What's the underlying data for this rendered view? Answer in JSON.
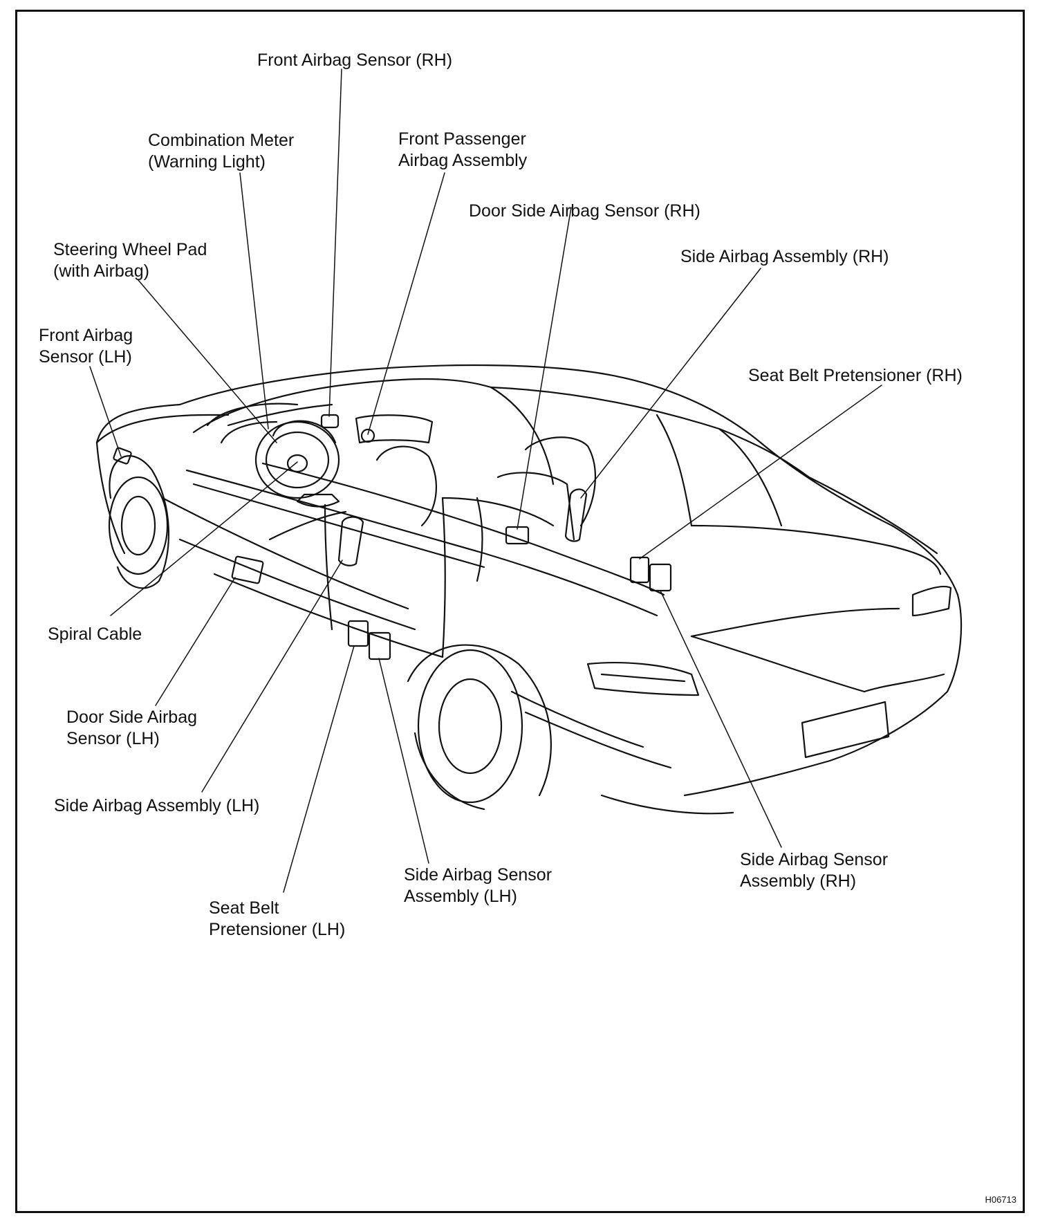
{
  "labels": {
    "front_airbag_sensor_rh": [
      "Front Airbag Sensor (RH)"
    ],
    "combination_meter": [
      "Combination Meter",
      "(Warning Light)"
    ],
    "front_passenger_airbag": [
      "Front Passenger",
      "Airbag Assembly"
    ],
    "door_side_airbag_sensor_rh": [
      "Door Side Airbag Sensor (RH)"
    ],
    "steering_wheel_pad": [
      "Steering Wheel Pad",
      "(with Airbag)"
    ],
    "side_airbag_assembly_rh": [
      "Side Airbag Assembly (RH)"
    ],
    "front_airbag_sensor_lh": [
      "Front Airbag",
      "Sensor (LH)"
    ],
    "seat_belt_pretensioner_rh": [
      "Seat Belt Pretensioner (RH)"
    ],
    "spiral_cable": [
      "Spiral Cable"
    ],
    "door_side_airbag_sensor_lh": [
      "Door Side Airbag",
      "Sensor (LH)"
    ],
    "side_airbag_assembly_lh": [
      "Side Airbag Assembly (LH)"
    ],
    "side_airbag_sensor_lh": [
      "Side  Airbag Sensor",
      "Assembly (LH)"
    ],
    "seat_belt_pretensioner_lh": [
      "Seat Belt",
      "Pretensioner (LH)"
    ],
    "side_airbag_sensor_rh": [
      "Side  Airbag  Sensor",
      "Assembly (RH)"
    ]
  },
  "figure_code": "H06713"
}
